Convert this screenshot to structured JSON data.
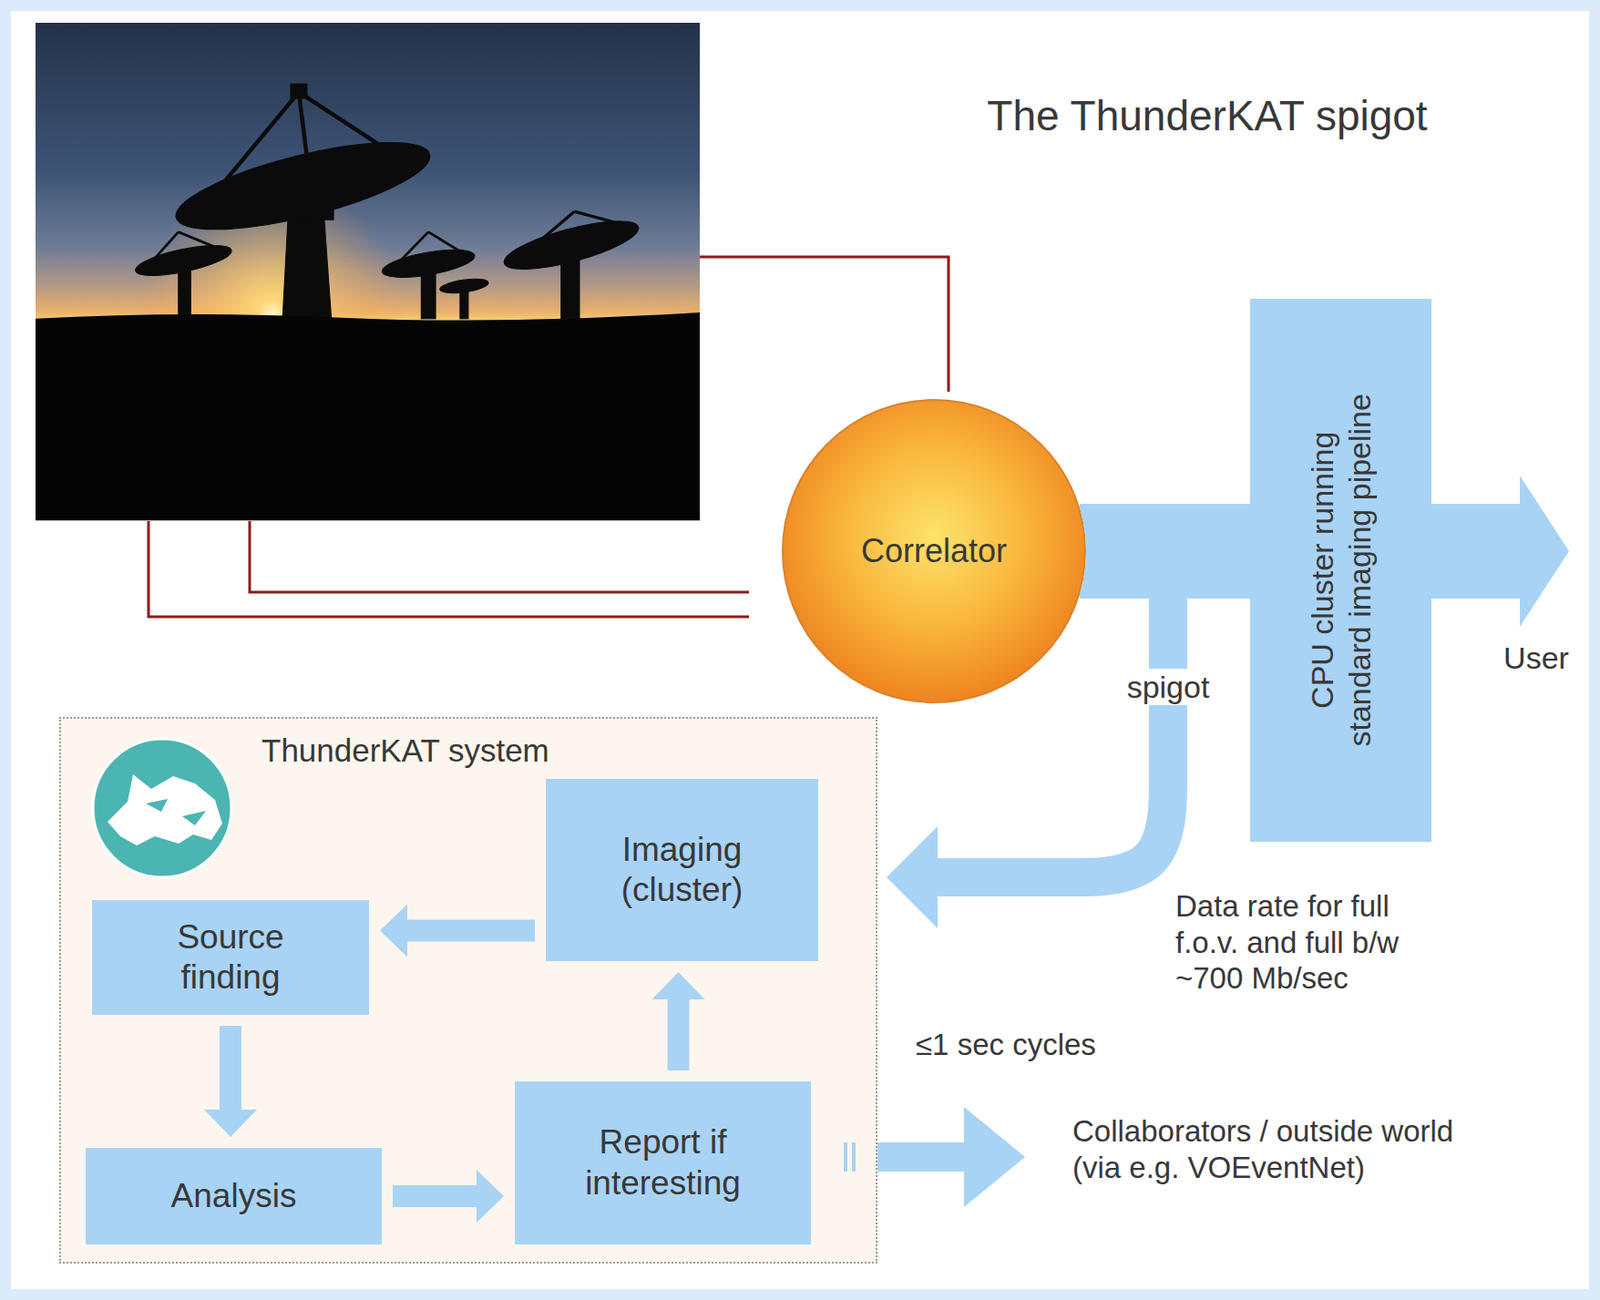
{
  "diagram": {
    "title": "The ThunderKAT spigot",
    "nodes": [
      {
        "text": [
          "Correlator"
        ]
      },
      {
        "text": [
          "CPU cluster running standard imaging pipeline"
        ]
      },
      {
        "text": [
          "ThunderKAT system"
        ]
      },
      {
        "text": [
          "Imaging (cluster)"
        ],
        "in": 2
      },
      {
        "text": [
          "Source finding"
        ],
        "in": 2
      },
      {
        "text": [
          "Analysis"
        ],
        "in": 2
      },
      {
        "text": [
          "Report if interesting"
        ],
        "in": 2
      }
    ],
    "edges": [
      {
        "from": 0,
        "to": 1,
        "arrow": "none"
      },
      {
        "from": 0,
        "to": 2,
        "label": "spigot",
        "arrow": "to"
      },
      {
        "from": 3,
        "to": 4,
        "arrow": "to"
      },
      {
        "from": 4,
        "to": 5,
        "arrow": "to"
      },
      {
        "from": 5,
        "to": 6,
        "arrow": "to"
      },
      {
        "from": 6,
        "to": 3,
        "arrow": "to"
      }
    ],
    "labels": [
      "User",
      "Data rate for full f.o.v. and full b/w ~700 Mb/sec",
      "≤1 sec cycles",
      "Collaborators / outside world (via e.g. VOEventNet)"
    ]
  }
}
